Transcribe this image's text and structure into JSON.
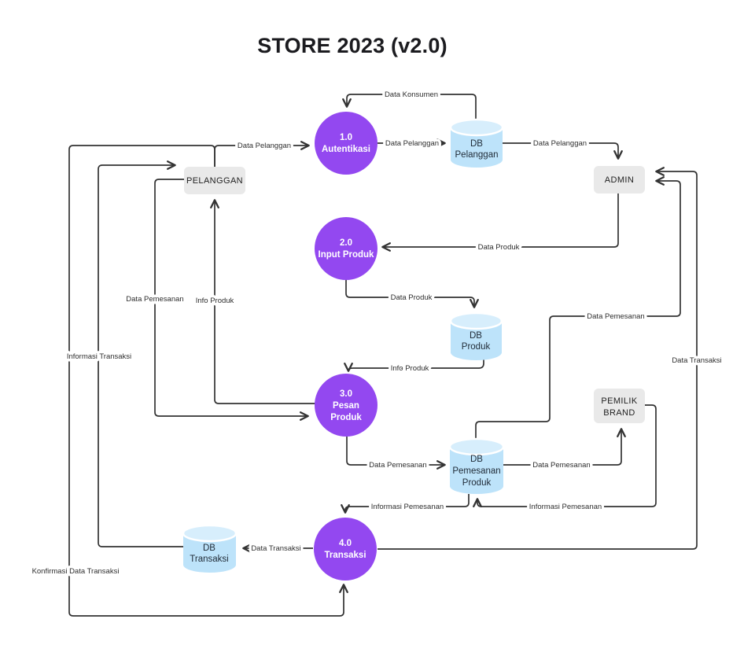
{
  "title": "STORE 2023 (v2.0)",
  "colors": {
    "process_fill": "#9348F0",
    "datastore_body": "#BDE3FA",
    "datastore_top": "#D7EEFC",
    "entity_fill": "#E9E9E9",
    "connector": "#333333"
  },
  "nodes": {
    "p1": {
      "type": "process",
      "lines": [
        "1.0",
        "Autentikasi"
      ]
    },
    "p2": {
      "type": "process",
      "lines": [
        "2.0",
        "Input Produk"
      ]
    },
    "p3": {
      "type": "process",
      "lines": [
        "3.0",
        "Pesan",
        "Produk"
      ]
    },
    "p4": {
      "type": "process",
      "lines": [
        "4.0",
        "Transaksi"
      ]
    },
    "s1": {
      "type": "datastore",
      "lines": [
        "DB",
        "Pelanggan"
      ]
    },
    "s2": {
      "type": "datastore",
      "lines": [
        "DB",
        "Produk"
      ]
    },
    "s3": {
      "type": "datastore",
      "lines": [
        "DB",
        "Pemesanan",
        "Produk"
      ]
    },
    "s4": {
      "type": "datastore",
      "lines": [
        "DB",
        "Transaksi"
      ]
    },
    "e1": {
      "type": "entity",
      "lines": [
        "PELANGGAN"
      ]
    },
    "e2": {
      "type": "entity",
      "lines": [
        "ADMIN"
      ]
    },
    "e3": {
      "type": "entity",
      "lines": [
        "PEMILIK",
        "BRAND"
      ]
    }
  },
  "flows": {
    "db_pelanggan_to_autentikasi": "Data Konsumen",
    "pelanggan_to_autentikasi": "Data Pelanggan",
    "autentikasi_to_db_pelanggan": "Data Pelanggan",
    "db_pelanggan_to_admin": "Data Pelanggan",
    "admin_to_input_produk": "Data Produk",
    "input_produk_to_db_produk": "Data Produk",
    "db_produk_to_pesan_produk": "Info Produk",
    "pesan_produk_to_pelanggan": "Info Produk",
    "pelanggan_to_pesan_produk": "Data Pemesanan",
    "pesan_produk_to_db_pemesanan": "Data Pemesanan",
    "db_pemesanan_to_pemilik_brand": "Data Pemesanan",
    "db_pemesanan_to_admin": "Data Pemesanan",
    "pemilik_brand_to_db_pemesanan": "Informasi Pemesanan",
    "db_pemesanan_to_transaksi": "Informasi Pemesanan",
    "transaksi_to_db_transaksi": "Data Transaksi",
    "transaksi_to_admin": "Data Transaksi",
    "db_transaksi_to_pelanggan": "Informasi Transaksi",
    "pelanggan_to_transaksi": "Konfirmasi Data Transaksi"
  }
}
